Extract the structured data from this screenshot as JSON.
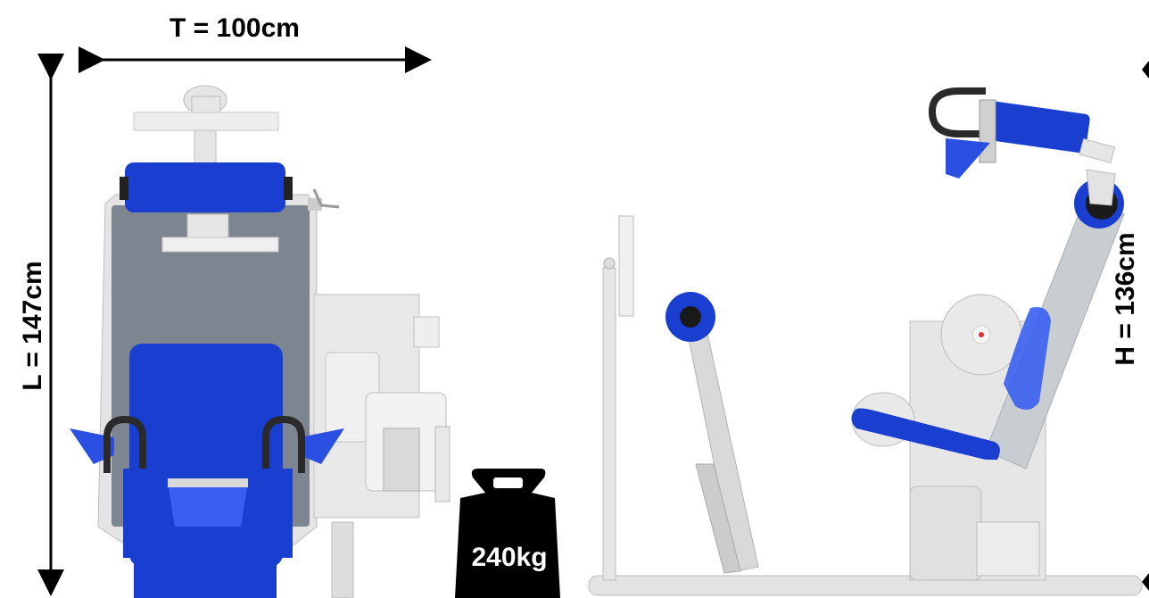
{
  "dimensions": {
    "width_label": "T = 100cm",
    "length_label": "L = 147cm",
    "height_label": "H = 136cm"
  },
  "weight": {
    "label": "240kg"
  },
  "colors": {
    "upholstery_blue": "#1a3fd0",
    "frame_grey": "#dcdcdc",
    "panel_dark_grey": "#7d8590",
    "handle_black": "#2a2a2a",
    "weight_icon": "#000000"
  },
  "icons": {
    "weight": "kettlebell-weight-icon"
  }
}
